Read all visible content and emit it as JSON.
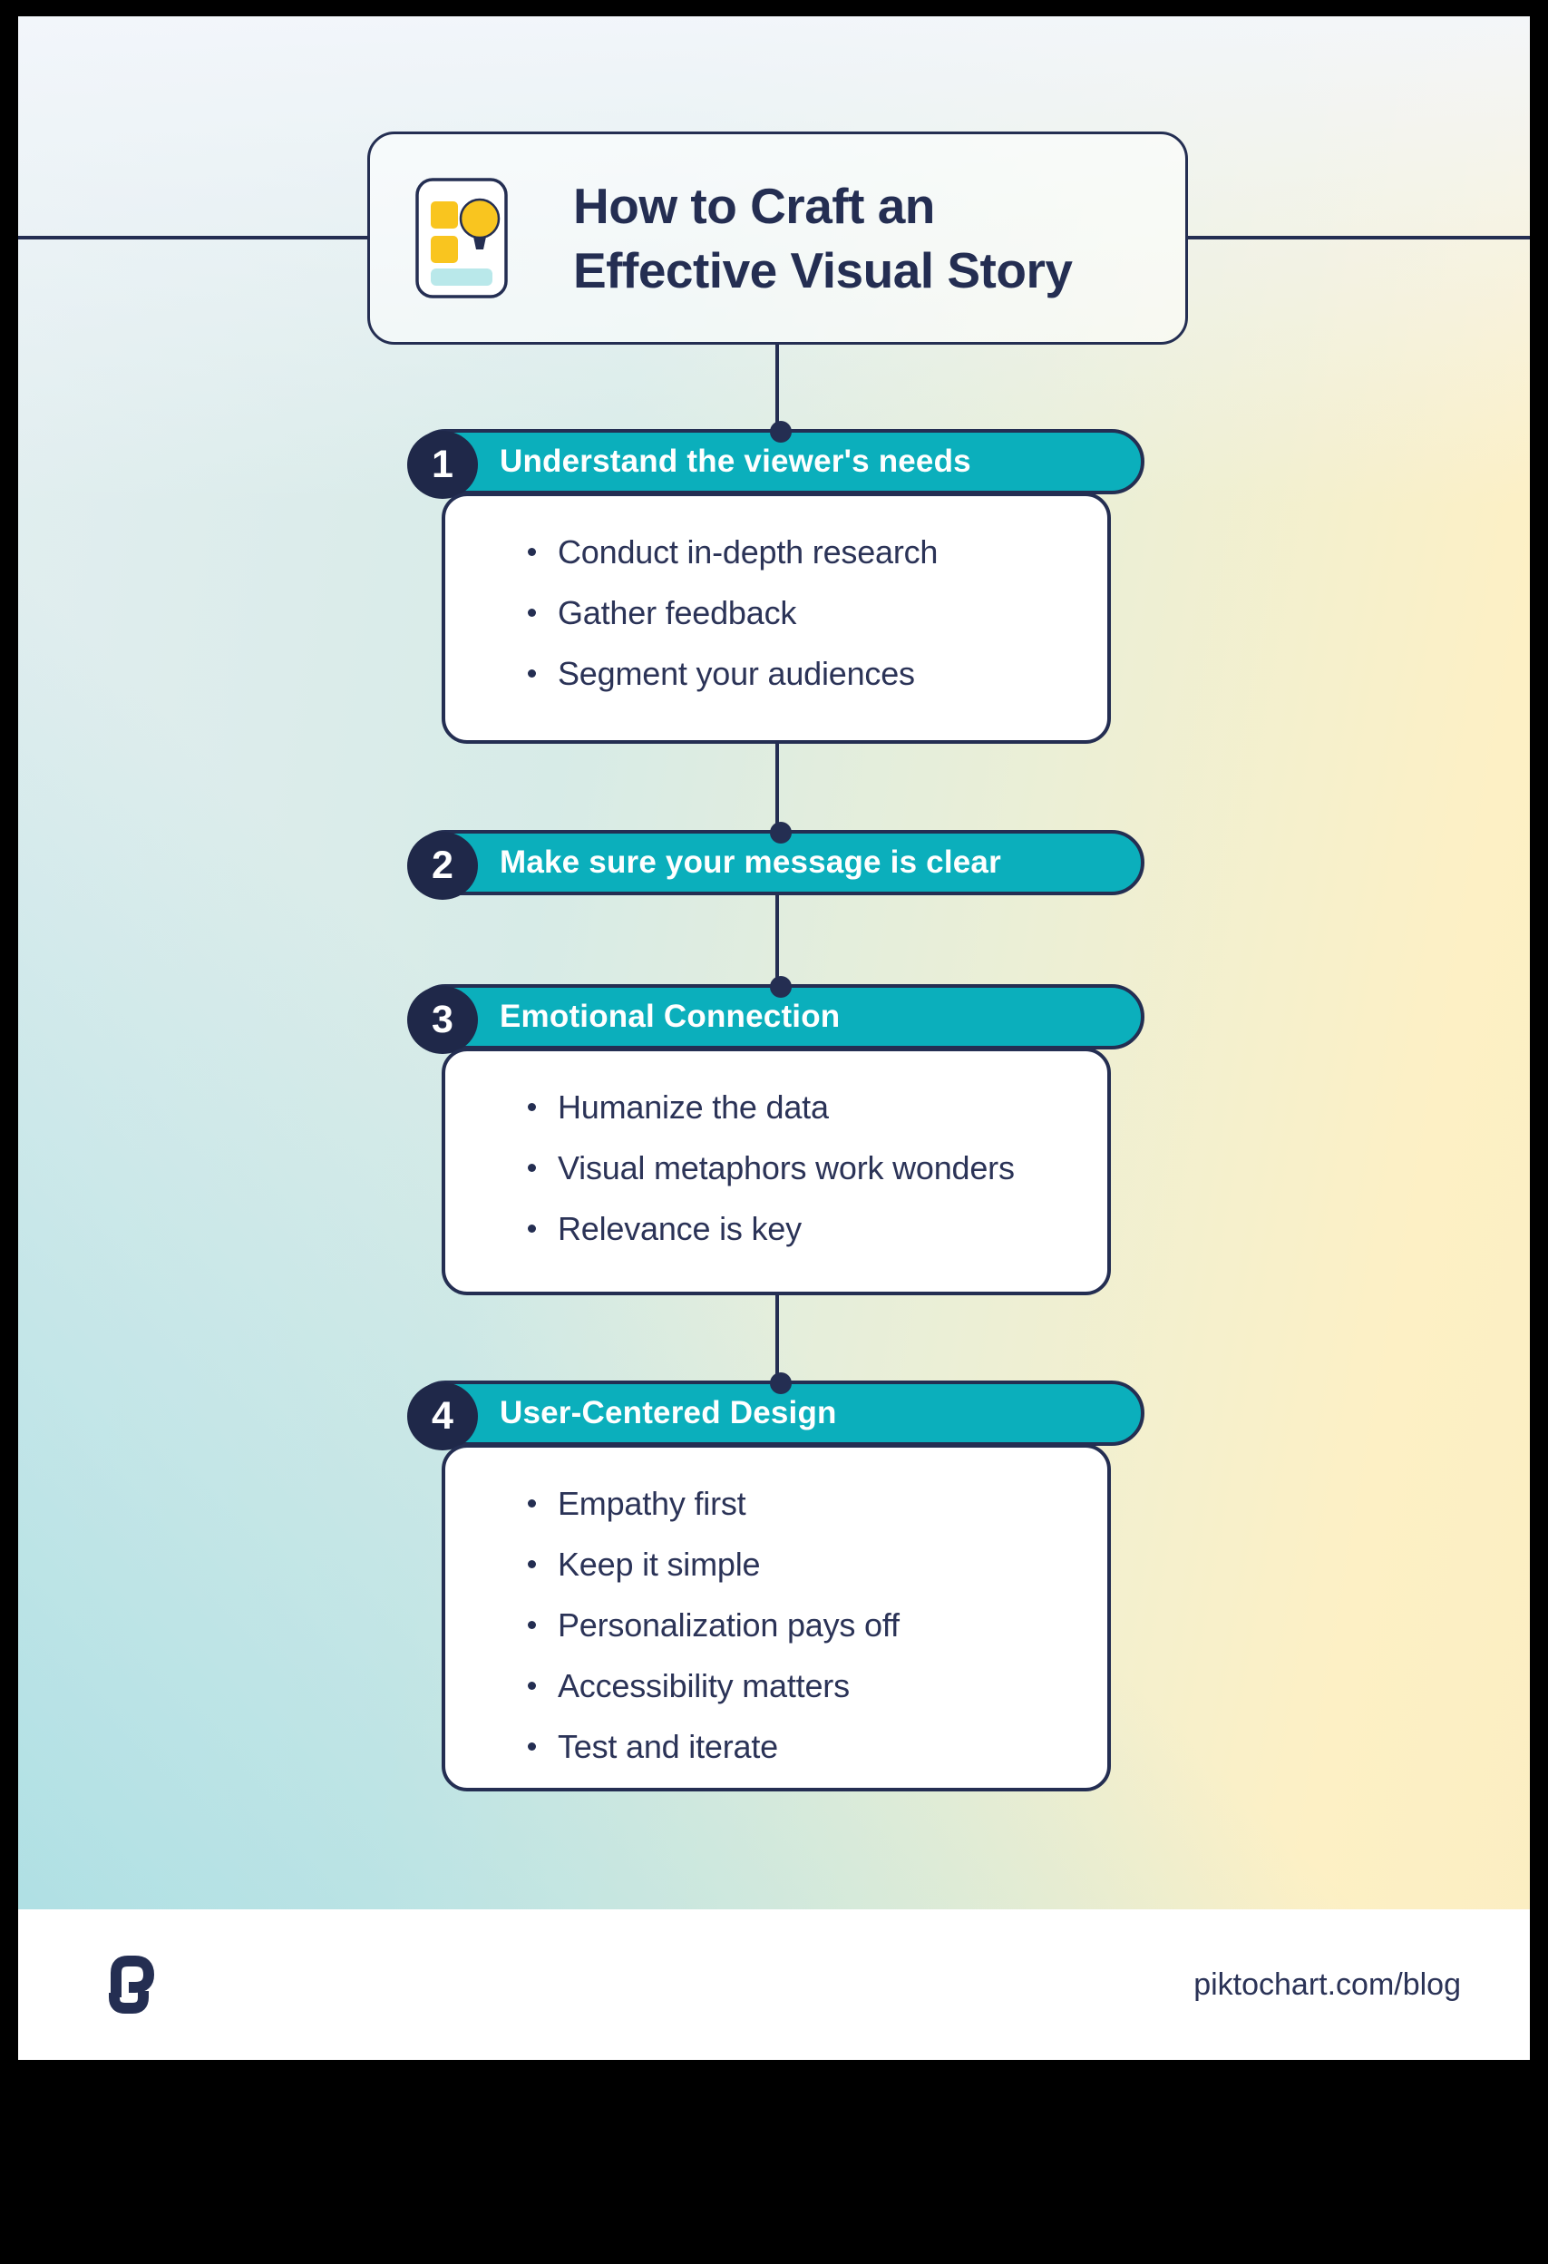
{
  "title": {
    "line1": "How to Craft an",
    "line2": "Effective Visual Story"
  },
  "sections": [
    {
      "number": "1",
      "heading": "Understand the viewer's needs",
      "bullets": [
        "Conduct in-depth research",
        "Gather feedback",
        "Segment your audiences"
      ]
    },
    {
      "number": "2",
      "heading": "Make sure your message is clear",
      "bullets": []
    },
    {
      "number": "3",
      "heading": "Emotional Connection",
      "bullets": [
        "Humanize the data",
        "Visual metaphors work wonders",
        "Relevance is key"
      ]
    },
    {
      "number": "4",
      "heading": "User-Centered Design",
      "bullets": [
        "Empathy first",
        "Keep it simple",
        "Personalization pays off",
        "Accessibility matters",
        "Test and iterate"
      ]
    }
  ],
  "footer": {
    "url": "piktochart.com/blog"
  },
  "colors": {
    "teal": "#0bafbc",
    "navy": "#242e52",
    "badge_navy": "#1f2849",
    "icon_yellow": "#f9c51f",
    "icon_teal_bar": "#b9e8ea",
    "card_bg": "#ffffff",
    "frame": "#000000"
  }
}
